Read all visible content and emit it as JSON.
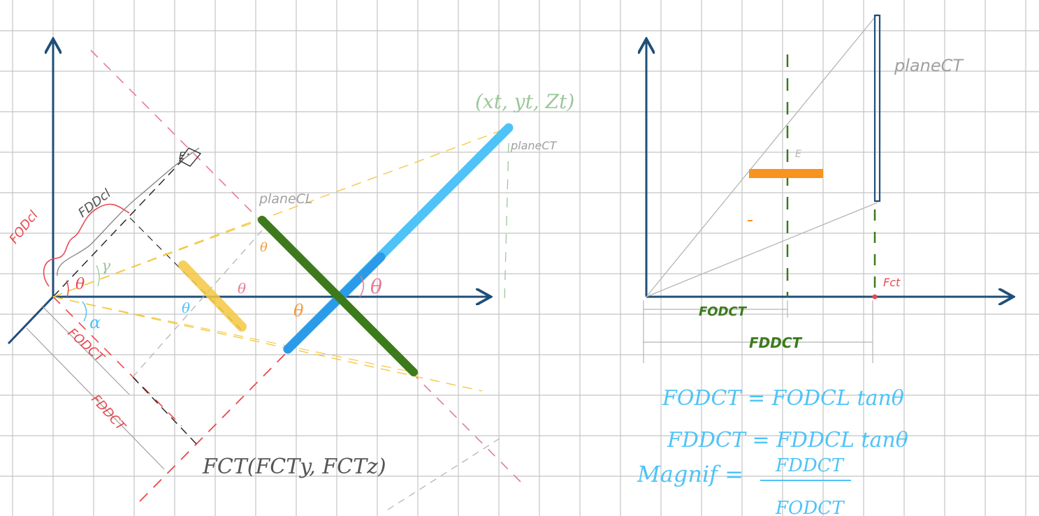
{
  "colors": {
    "grid": "#c4c4c4",
    "axis": "#1f4e79",
    "blue": "#4fc3f7",
    "blue_dark": "#2b9be8",
    "green": "#3d7a1c",
    "orange": "#f7931e",
    "yellow": "#f5c842",
    "red": "#e8484f",
    "pink": "#e57a94",
    "gray": "#a0a0a0",
    "black": "#2a2a2a",
    "label_green": "#9bc79b",
    "label_orange": "#f39a3c"
  },
  "left_diagram": {
    "point_label": "(xt, yt, Zt)",
    "plane_ct_label": "planeCT",
    "plane_cl_label": "planeCL",
    "source_label": "FCT(FCTy, FCTz)",
    "fodcl_label": "FODcl",
    "fddcl_label": "FDDcl",
    "fodct_label": "FODCT",
    "fddct_label": "FDDCT",
    "gamma": "γ",
    "alpha": "α",
    "theta_origin": "θ",
    "theta_a": "θ",
    "theta_b": "θ",
    "theta_c": "θ",
    "theta_d": "θ",
    "theta_e": "θ",
    "marker_e": "E"
  },
  "right_diagram": {
    "plane_ct_label": "planeCT",
    "e_label": "E",
    "fct_label": "Fct",
    "fodct_label": "FODCT",
    "fddct_label": "FDDCT"
  },
  "equations": {
    "eq1": "FODCT = FODCL tanθ",
    "eq2": "FDDCT = FDDCL tanθ",
    "eq3_lhs": "Magnif =",
    "eq3_num": "FDDCT",
    "eq3_den": "FODCT"
  }
}
